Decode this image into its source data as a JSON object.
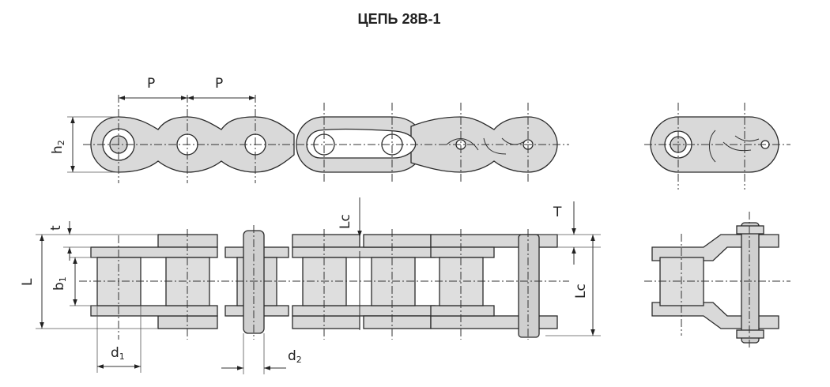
{
  "title": "ЦЕПЬ 28В-1",
  "labels": {
    "pitch_1": "P",
    "pitch_2": "P",
    "plate_height_main": "h",
    "plate_height_sub": "2",
    "thickness_t": "t",
    "length_L": "L",
    "inner_width_main": "b",
    "inner_width_sub": "1",
    "roller_dia_main": "d",
    "roller_dia_sub": "1",
    "pin_dia_main": "d",
    "pin_dia_sub": "2",
    "lc_top": "Lc",
    "lc_right": "Lc",
    "thickness_T": "T"
  }
}
